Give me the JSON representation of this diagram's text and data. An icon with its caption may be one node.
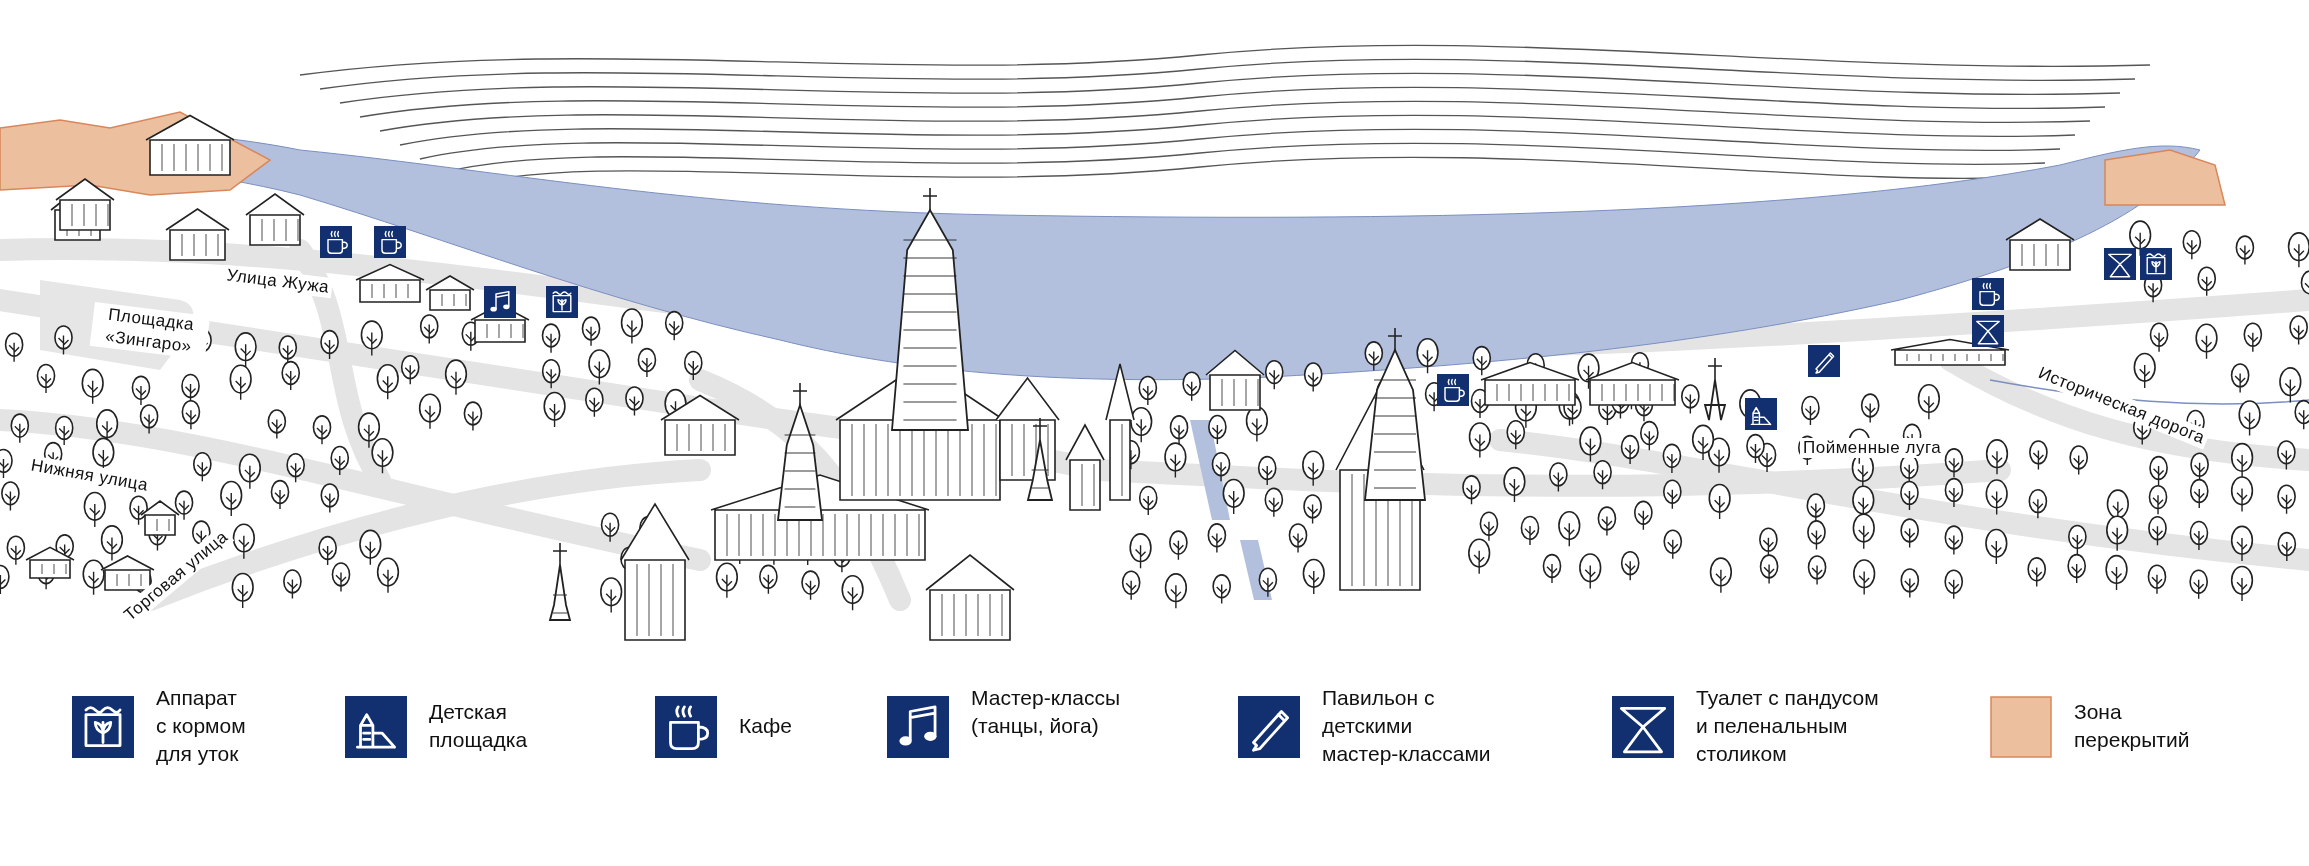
{
  "diagram": {
    "labels": [
      "Улица Жужа",
      "Площадка «Зингаро»",
      "Нижняя улица",
      "Торговая улица",
      "Пойменные луга",
      "Историческая дорога"
    ],
    "legend": [
      {
        "text": "Аппарат с кормом для уток"
      },
      {
        "text": "Детская площадка"
      },
      {
        "text": "Кафе"
      },
      {
        "text": "Мастер-классы (танцы, йога)"
      },
      {
        "text": "Павильон с детскими мастер-классами"
      },
      {
        "text": "Туалет с пандусом и пеленальным столиком"
      },
      {
        "text": "Зона перекрытий",
        "color": "#ecbf9e"
      }
    ]
  }
}
